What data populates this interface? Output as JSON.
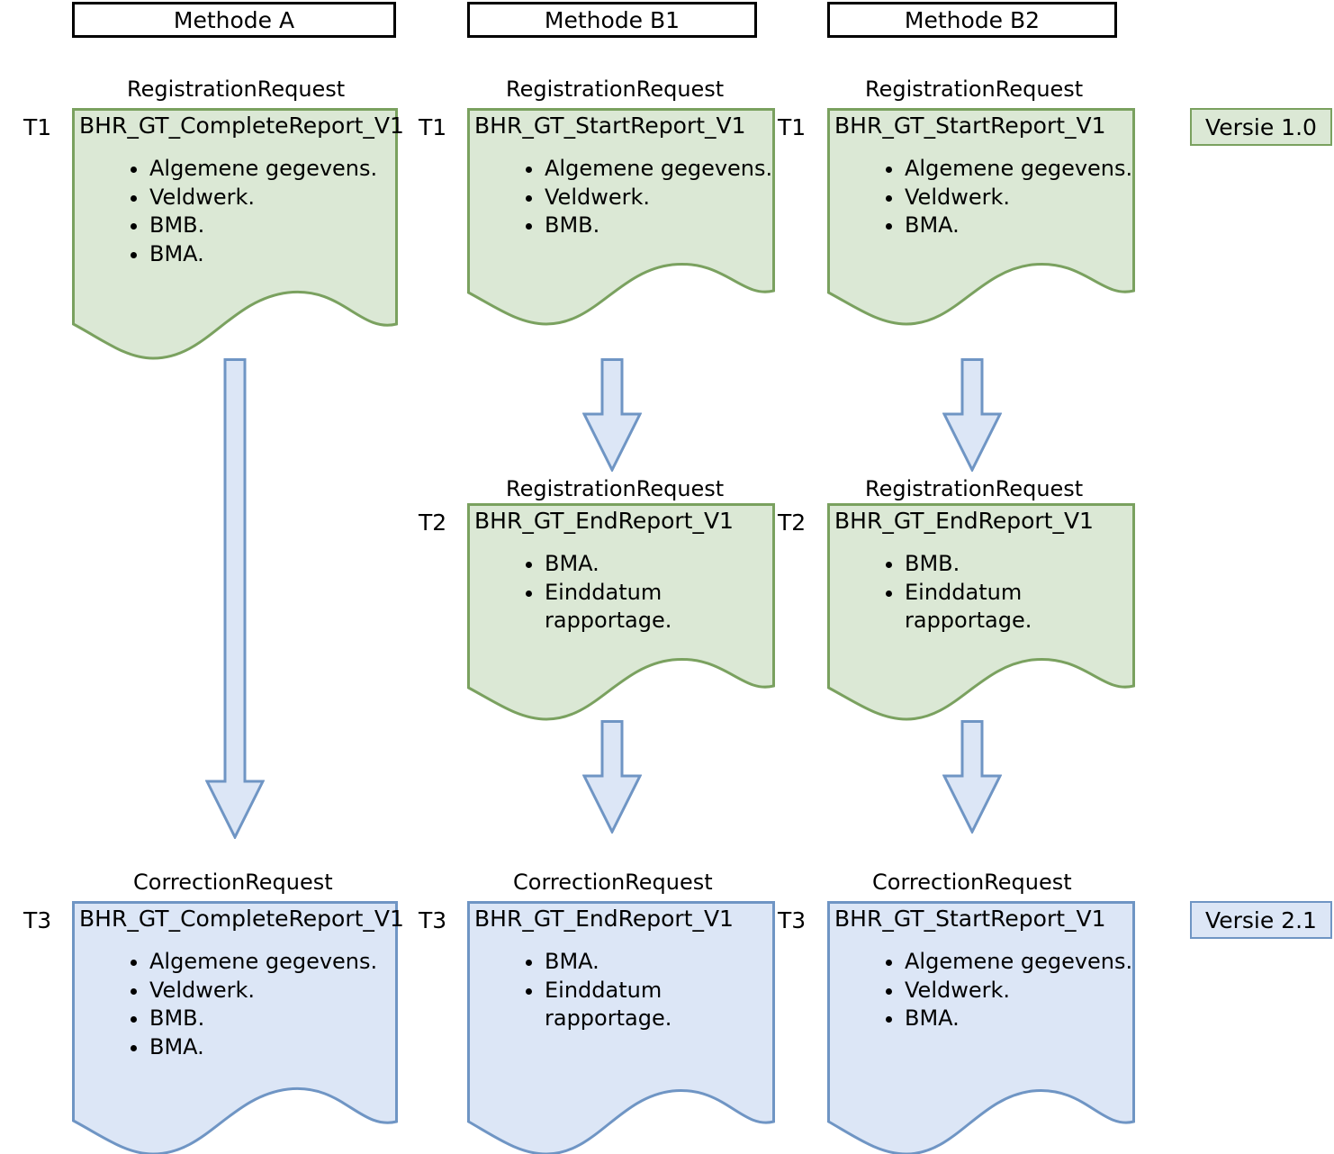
{
  "diagram": {
    "title": "Methoden registratie BHR-GT rapportages",
    "colors": {
      "green_fill": "#dbe8d5",
      "green_stroke": "#7aa15f",
      "blue_fill": "#dce6f6",
      "blue_stroke": "#6f95c4",
      "header_stroke": "#000000",
      "background": "#ffffff"
    }
  },
  "headers": [
    {
      "label": "Methode A"
    },
    {
      "label": "Methode B1"
    },
    {
      "label": "Methode B2"
    }
  ],
  "legend": [
    {
      "label": "Versie 1.0",
      "style": "green"
    },
    {
      "label": "Versie 2.1",
      "style": "blue"
    }
  ],
  "documents": {
    "a_t1": {
      "caption": "RegistrationRequest",
      "title": "BHR_GT_CompleteReport_V1",
      "time_label_left": "T1",
      "items": [
        "Algemene gegevens.",
        "Veldwerk.",
        "BMB.",
        "BMA."
      ]
    },
    "b1_t1": {
      "caption": "RegistrationRequest",
      "title": "BHR_GT_StartReport_V1",
      "time_label_left": "T1",
      "time_label_right": "T1",
      "items": [
        "Algemene gegevens.",
        "Veldwerk.",
        "BMB."
      ]
    },
    "b2_t1": {
      "caption": "RegistrationRequest",
      "title": "BHR_GT_StartReport_V1",
      "items": [
        "Algemene gegevens.",
        "Veldwerk.",
        "BMA."
      ]
    },
    "b1_t2": {
      "caption": "RegistrationRequest",
      "title": "BHR_GT_EndReport_V1",
      "time_label_left": "T2",
      "time_label_right": "T2",
      "items": [
        "BMA.",
        "Einddatum rapportage."
      ]
    },
    "b2_t2": {
      "caption": "RegistrationRequest",
      "title": "BHR_GT_EndReport_V1",
      "items": [
        "BMB.",
        "Einddatum rapportage."
      ]
    },
    "a_t3": {
      "caption": "CorrectionRequest",
      "title": "BHR_GT_CompleteReport_V1",
      "time_label_left": "T3",
      "items": [
        "Algemene gegevens.",
        "Veldwerk.",
        "BMB.",
        "BMA."
      ]
    },
    "b1_t3": {
      "caption": "CorrectionRequest",
      "title": "BHR_GT_EndReport_V1",
      "time_label_left": "T3",
      "time_label_right": "T3",
      "items": [
        "BMA.",
        "Einddatum rapportage."
      ]
    },
    "b2_t3": {
      "caption": "CorrectionRequest",
      "title": "BHR_GT_StartReport_V1",
      "items": [
        "Algemene gegevens.",
        "Veldwerk.",
        "BMA."
      ]
    }
  }
}
